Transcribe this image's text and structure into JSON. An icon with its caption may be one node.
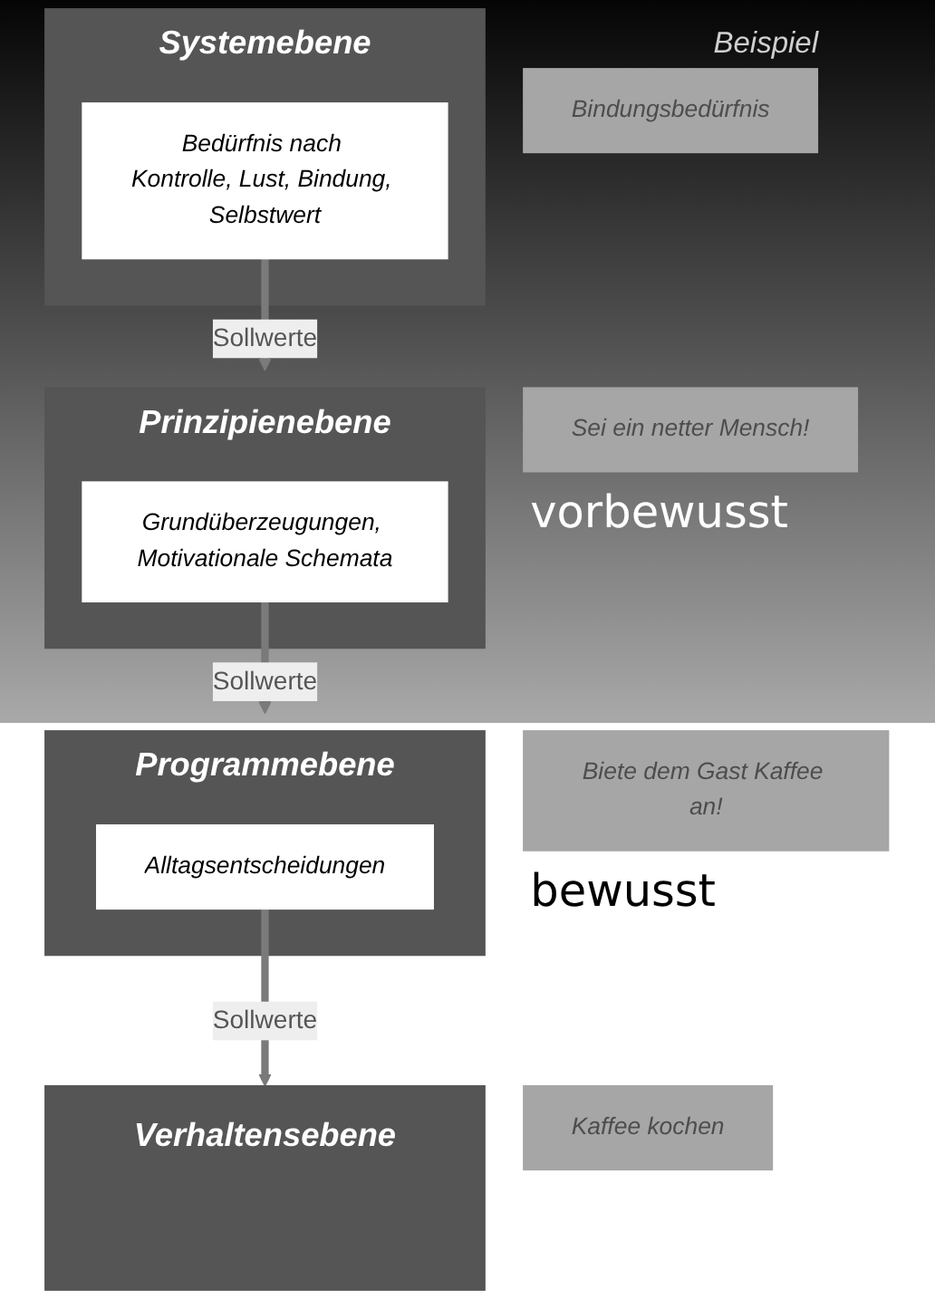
{
  "diagram": {
    "nodes": [
      {
        "text": [
          "Systemebene"
        ]
      },
      {
        "text": [
          "Bedürfnis nach Kontrolle, Lust, Bindung, Selbstwert"
        ],
        "in": 0
      },
      {
        "text": [
          "Bindungsbedürfnis"
        ]
      },
      {
        "text": [
          "Prinzipienebene"
        ]
      },
      {
        "text": [
          "Grundüberzeugungen, Motivationale Schemata"
        ],
        "in": 3
      },
      {
        "text": [
          "Sei ein netter Mensch!"
        ]
      },
      {
        "text": [
          "Programmebene"
        ]
      },
      {
        "text": [
          "Alltagsentscheidungen"
        ],
        "in": 6
      },
      {
        "text": [
          "Biete dem Gast Kaffee an!"
        ]
      },
      {
        "text": [
          "Verhaltensebene"
        ]
      },
      {
        "text": [
          "Kaffee kochen"
        ]
      }
    ],
    "edges": [
      {
        "from": 1,
        "to": 3,
        "arrow": "to",
        "label": "Sollwerte"
      },
      {
        "from": 4,
        "to": 6,
        "arrow": "to",
        "label": "Sollwerte"
      },
      {
        "from": 7,
        "to": 9,
        "arrow": "to",
        "label": "Sollwerte"
      }
    ],
    "labels": [
      "Beispiel",
      "vorbewusst",
      "bewusst"
    ]
  }
}
